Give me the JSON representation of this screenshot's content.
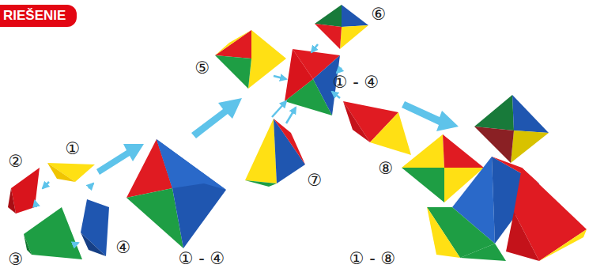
{
  "diagram": {
    "title": "RIEŠENIE",
    "labels": [
      "②",
      "①",
      "③",
      "④",
      "① - ④",
      "⑤",
      "⑥",
      "① - ④",
      "⑦",
      "⑧",
      "① - ⑧"
    ]
  }
}
